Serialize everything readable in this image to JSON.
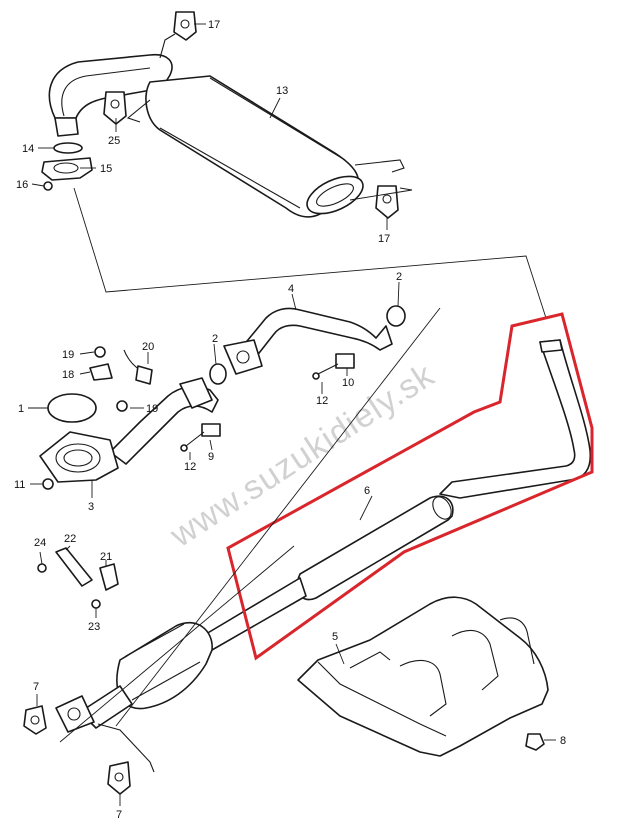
{
  "watermark": "www.suzukidiely.sk",
  "highlight_color": "#d9262c",
  "labels": {
    "p1": "1",
    "p2a": "2",
    "p2b": "2",
    "p3": "3",
    "p4": "4",
    "p5": "5",
    "p6": "6",
    "p7a": "7",
    "p7b": "7",
    "p8": "8",
    "p9": "9",
    "p10": "10",
    "p11": "11",
    "p12a": "12",
    "p12b": "12",
    "p13": "13",
    "p14": "14",
    "p15": "15",
    "p16": "16",
    "p17a": "17",
    "p17b": "17",
    "p18": "18",
    "p19a": "19",
    "p19b": "19",
    "p20": "20",
    "p21": "21",
    "p22": "22",
    "p23": "23",
    "p24": "24",
    "p25": "25"
  }
}
